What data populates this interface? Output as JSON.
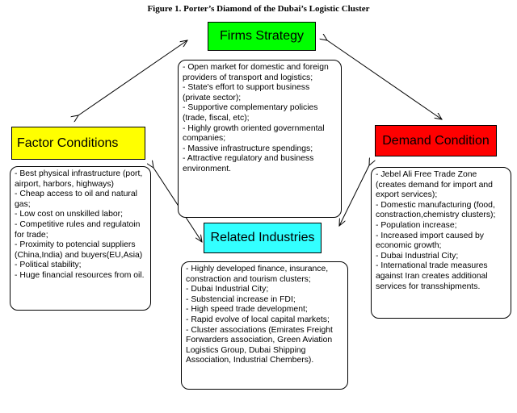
{
  "figure_title": "Figure 1. Porter’s Diamond of the Dubai’s Logistic Cluster",
  "boxes": {
    "firms_strategy": {
      "title": "Firms Strategy",
      "color": "#00ff00",
      "items": [
        "- Open market for domestic and foreign providers of transport and logistics;",
        "- State's effort to support business (private sector);",
        "- Supportive complementary policies (trade, fiscal, etc);",
        "- Highly growth oriented governmental companies;",
        "- Massive infrastructure spendings;",
        "- Attractive regulatory and business environment."
      ]
    },
    "factor_conditions": {
      "title": "Factor Conditions",
      "color": "#ffff00",
      "items": [
        "- Best physical infrastructure (port, airport, harbors, highways)",
        "- Cheap access to oil and natural gas;",
        "- Low cost on unskilled labor;",
        "- Competitive rules and regulatoin for trade;",
        "- Proximity to potencial suppliers (China,India) and buyers(EU,Asia)",
        "- Political stability;",
        "- Huge financial resources from oil."
      ]
    },
    "demand_condition": {
      "title": "Demand Condition",
      "color": "#ff0000",
      "items": [
        "- Jebel Ali Free Trade Zone (creates demand for import and export services);",
        "- Domestic manufacturing (food, constraction,chemistry clusters);",
        "- Population increase;",
        "- Increased import caused by economic growth;",
        "- Dubai Industrial City;",
        "- International trade measures against Iran creates additional services for transshipments."
      ]
    },
    "related_industries": {
      "title": "Related Industries",
      "color": "#33ffff",
      "items": [
        "- Highly developed finance, insurance, constraction and tourism clusters;",
        "- Dubai Industrial City;",
        "- Substencial increase in FDI;",
        "- High speed trade development;",
        "- Rapid evolve of local capital markets;",
        "- Cluster associations (Emirates Freight Forwarders association, Green Aviation Logistics Group, Dubai Shipping Association, Industrial Chembers)."
      ]
    }
  }
}
